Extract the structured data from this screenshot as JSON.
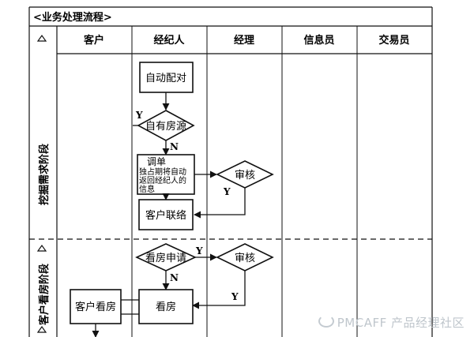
{
  "title": "<业务处理流程>",
  "lanes": [
    "客户",
    "经纪人",
    "经理",
    "信息员",
    "交易员"
  ],
  "phases": [
    "挖掘需求阶段",
    "客户看房阶段"
  ],
  "nodes": {
    "auto_match": "自动配对",
    "own_listing": "自有房源",
    "transfer_title": "调单",
    "transfer_note": [
      "独占期将自动",
      "返回经纪人的",
      "信息"
    ],
    "contact_client": "客户联络",
    "review1": "审核",
    "viewing_request": "看房申请",
    "review2": "审核",
    "client_viewing": "客户看房",
    "viewing": "看房"
  },
  "edge_labels": {
    "yes": "Y",
    "no": "N"
  },
  "watermark": "PMCAFF 产品经理社区"
}
